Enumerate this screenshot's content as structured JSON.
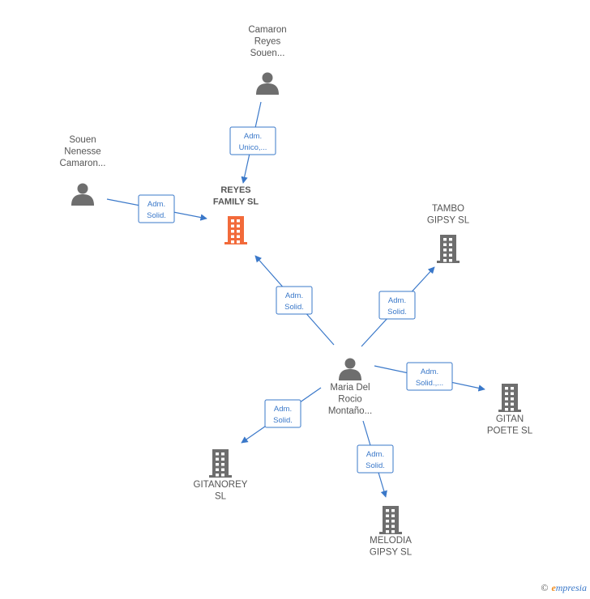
{
  "colors": {
    "edge": "#3a78c9",
    "person": "#6e6e6e",
    "company": "#6e6e6e",
    "company_focus": "#f26a3a"
  },
  "nodes": [
    {
      "id": "camaron",
      "type": "person",
      "label": [
        "Camaron",
        "Reyes",
        "Souen..."
      ]
    },
    {
      "id": "souen",
      "type": "person",
      "label": [
        "Souen",
        "Nenesse",
        "Camaron..."
      ]
    },
    {
      "id": "reyes_family",
      "type": "company",
      "focus": true,
      "label": [
        "REYES",
        "FAMILY SL"
      ]
    },
    {
      "id": "tambo",
      "type": "company",
      "label": [
        "TAMBO",
        "GIPSY SL"
      ]
    },
    {
      "id": "maria",
      "type": "person",
      "label": [
        "Maria Del",
        "Rocio",
        "Montaño..."
      ]
    },
    {
      "id": "gitan_poete",
      "type": "company",
      "label": [
        "GITAN",
        "POETE SL"
      ]
    },
    {
      "id": "gitanorey",
      "type": "company",
      "label": [
        "GITANOREY",
        "SL"
      ]
    },
    {
      "id": "melodia",
      "type": "company",
      "label": [
        "MELODIA",
        "GIPSY SL"
      ]
    }
  ],
  "edges": [
    {
      "from": "camaron",
      "to": "reyes_family",
      "label": [
        "Adm.",
        "Unico,..."
      ]
    },
    {
      "from": "souen",
      "to": "reyes_family",
      "label": [
        "Adm.",
        "Solid."
      ]
    },
    {
      "from": "maria",
      "to": "reyes_family",
      "label": [
        "Adm.",
        "Solid."
      ]
    },
    {
      "from": "maria",
      "to": "tambo",
      "label": [
        "Adm.",
        "Solid."
      ]
    },
    {
      "from": "maria",
      "to": "gitan_poete",
      "label": [
        "Adm.",
        "Solid.,..."
      ]
    },
    {
      "from": "maria",
      "to": "gitanorey",
      "label": [
        "Adm.",
        "Solid."
      ]
    },
    {
      "from": "maria",
      "to": "melodia",
      "label": [
        "Adm.",
        "Solid."
      ]
    }
  ],
  "footer": {
    "copyright_symbol": "©",
    "brand_initial": "e",
    "brand_rest": "mpresia"
  }
}
